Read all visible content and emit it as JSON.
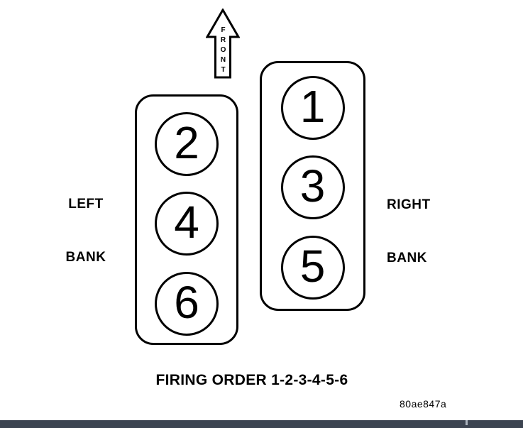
{
  "diagram": {
    "title_caption": "FIRING ORDER 1-2-3-4-5-6",
    "figure_code": "80ae847a",
    "front_arrow": {
      "label": "FRONT",
      "direction": "up"
    },
    "left_bank": {
      "label_line1": "LEFT",
      "label_line2": "BANK",
      "cylinders": [
        "2",
        "4",
        "6"
      ]
    },
    "right_bank": {
      "label_line1": "RIGHT",
      "label_line2": "BANK",
      "cylinders": [
        "1",
        "3",
        "5"
      ]
    },
    "firing_order": [
      "1",
      "2",
      "3",
      "4",
      "5",
      "6"
    ]
  },
  "colors": {
    "line": "#000000",
    "background": "#ffffff",
    "bottom_bar": "#3c4451",
    "bottom_bar_divider": "#aab2bd"
  }
}
